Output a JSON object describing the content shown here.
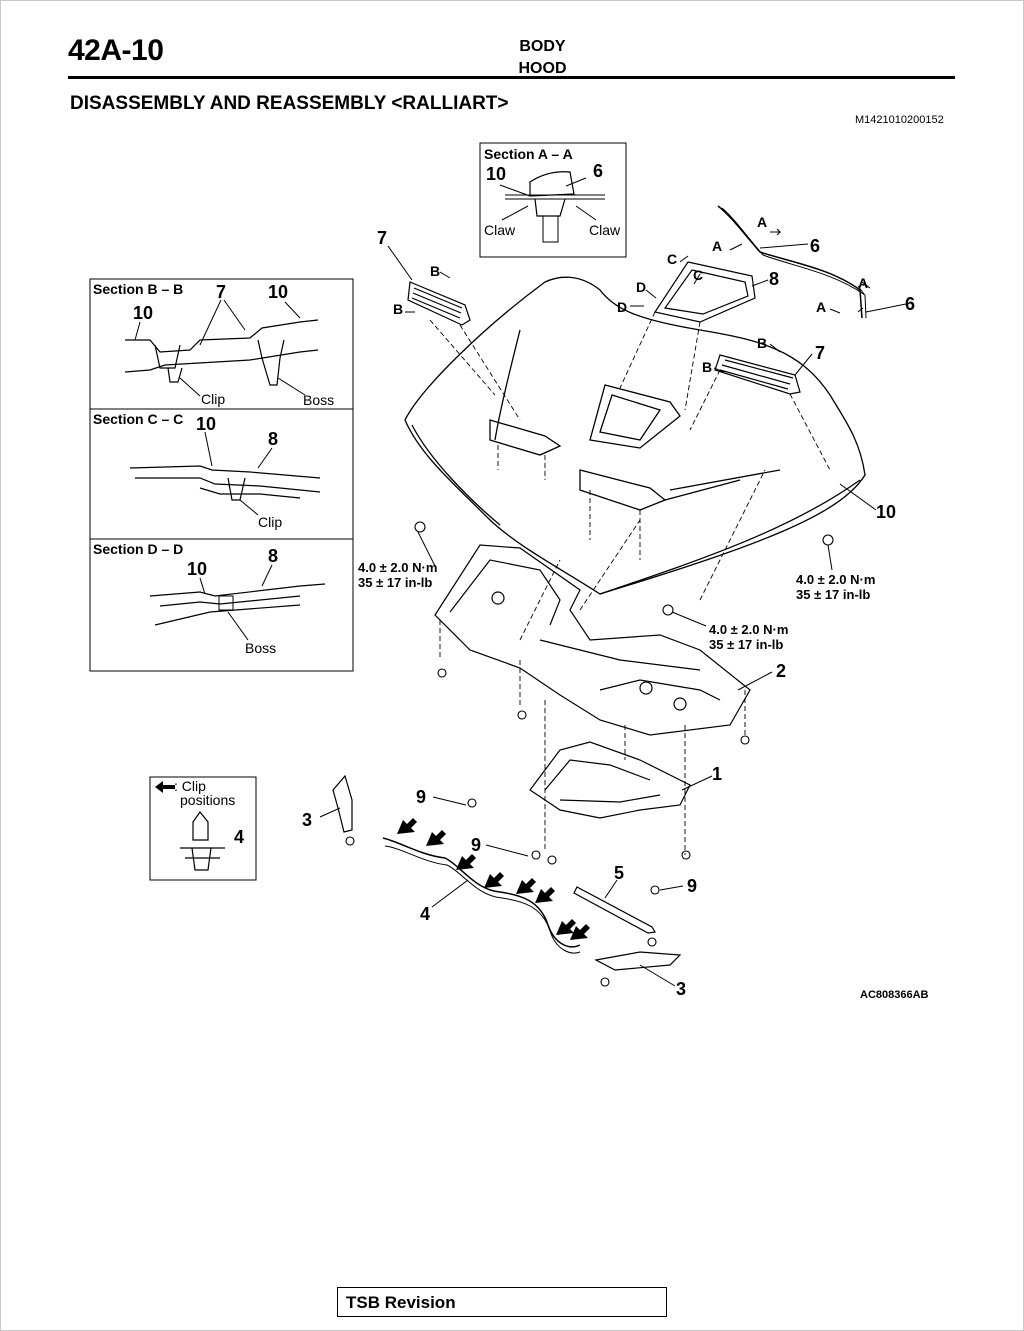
{
  "header": {
    "page_number": "42A-10",
    "section": "BODY",
    "subsection": "HOOD"
  },
  "title": "DISASSEMBLY AND REASSEMBLY <RALLIART>",
  "doc_id": "M1421010200152",
  "sections": {
    "aa": {
      "title": "Section A – A",
      "num_10": "10",
      "num_6": "6",
      "claw_left": "Claw",
      "claw_right": "Claw"
    },
    "bb": {
      "title": "Section B – B",
      "num_7": "7",
      "num_10a": "10",
      "num_10b": "10",
      "clip": "Clip",
      "boss": "Boss"
    },
    "cc": {
      "title": "Section C – C",
      "num_10": "10",
      "num_8": "8",
      "clip": "Clip"
    },
    "dd": {
      "title": "Section D – D",
      "num_8": "8",
      "num_10": "10",
      "boss": "Boss"
    }
  },
  "legend": {
    "clip_line1": ": Clip",
    "clip_line2": "positions",
    "num_4": "4"
  },
  "torque": {
    "line1": "4.0 ± 2.0 N·m",
    "line2": "35 ± 17 in-lb"
  },
  "callouts": {
    "n1": "1",
    "n2": "2",
    "n3": "3",
    "n4": "4",
    "n5": "5",
    "n6": "6",
    "n7": "7",
    "n8": "8",
    "n9": "9",
    "n10": "10",
    "a": "A",
    "b": "B",
    "c": "C",
    "d": "D"
  },
  "figure_id": "AC808366AB",
  "footer": {
    "tsb": "TSB Revision"
  }
}
